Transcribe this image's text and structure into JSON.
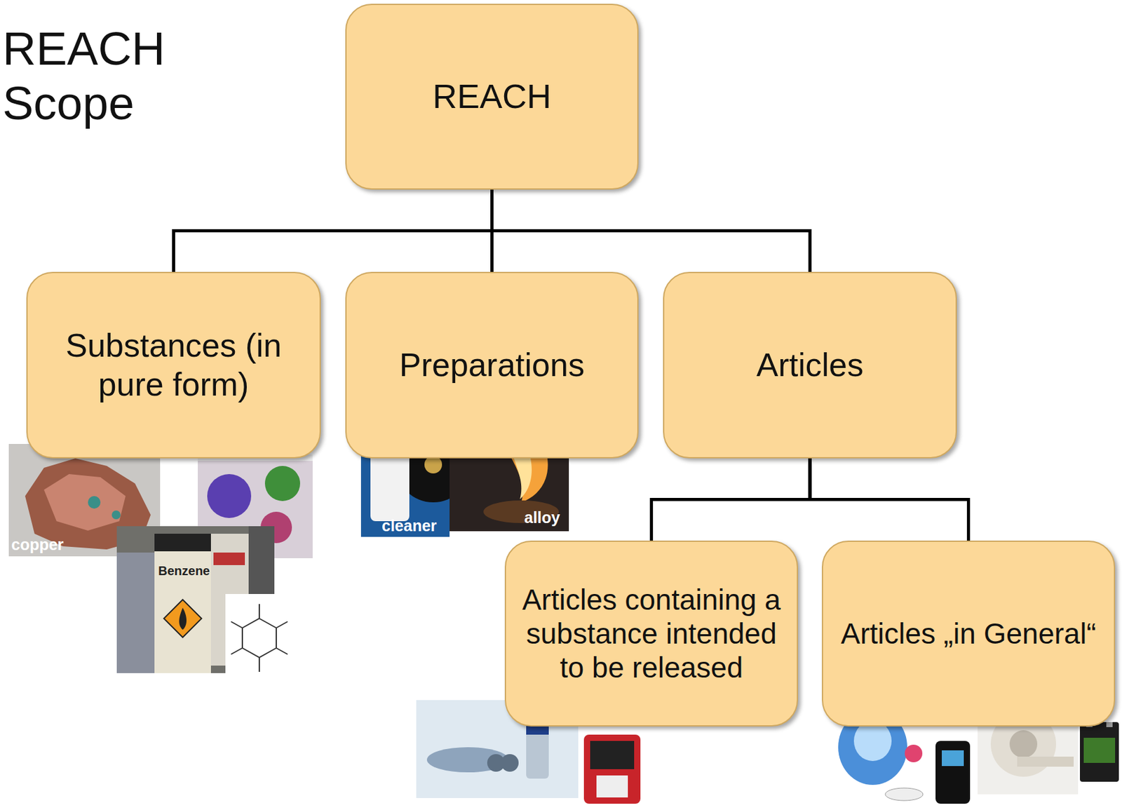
{
  "diagram": {
    "title": "REACH Scope",
    "nodes": [
      {
        "text": [
          "REACH"
        ]
      },
      {
        "text": [
          "Substances (in pure form)"
        ]
      },
      {
        "text": [
          "Preparations"
        ]
      },
      {
        "text": [
          "Articles"
        ]
      },
      {
        "text": [
          "Articles containing a substance intended to be released"
        ]
      },
      {
        "text": [
          "Articles „in General“"
        ]
      }
    ],
    "edges": [
      {
        "from": 0,
        "to": 1,
        "arrow": "none"
      },
      {
        "from": 0,
        "to": 2,
        "arrow": "none"
      },
      {
        "from": 0,
        "to": 3,
        "arrow": "none"
      },
      {
        "from": 3,
        "to": 4,
        "arrow": "none"
      },
      {
        "from": 3,
        "to": 5,
        "arrow": "none"
      }
    ],
    "labels": [
      "copper",
      "Benzene",
      "cleaner",
      "alloy"
    ]
  }
}
